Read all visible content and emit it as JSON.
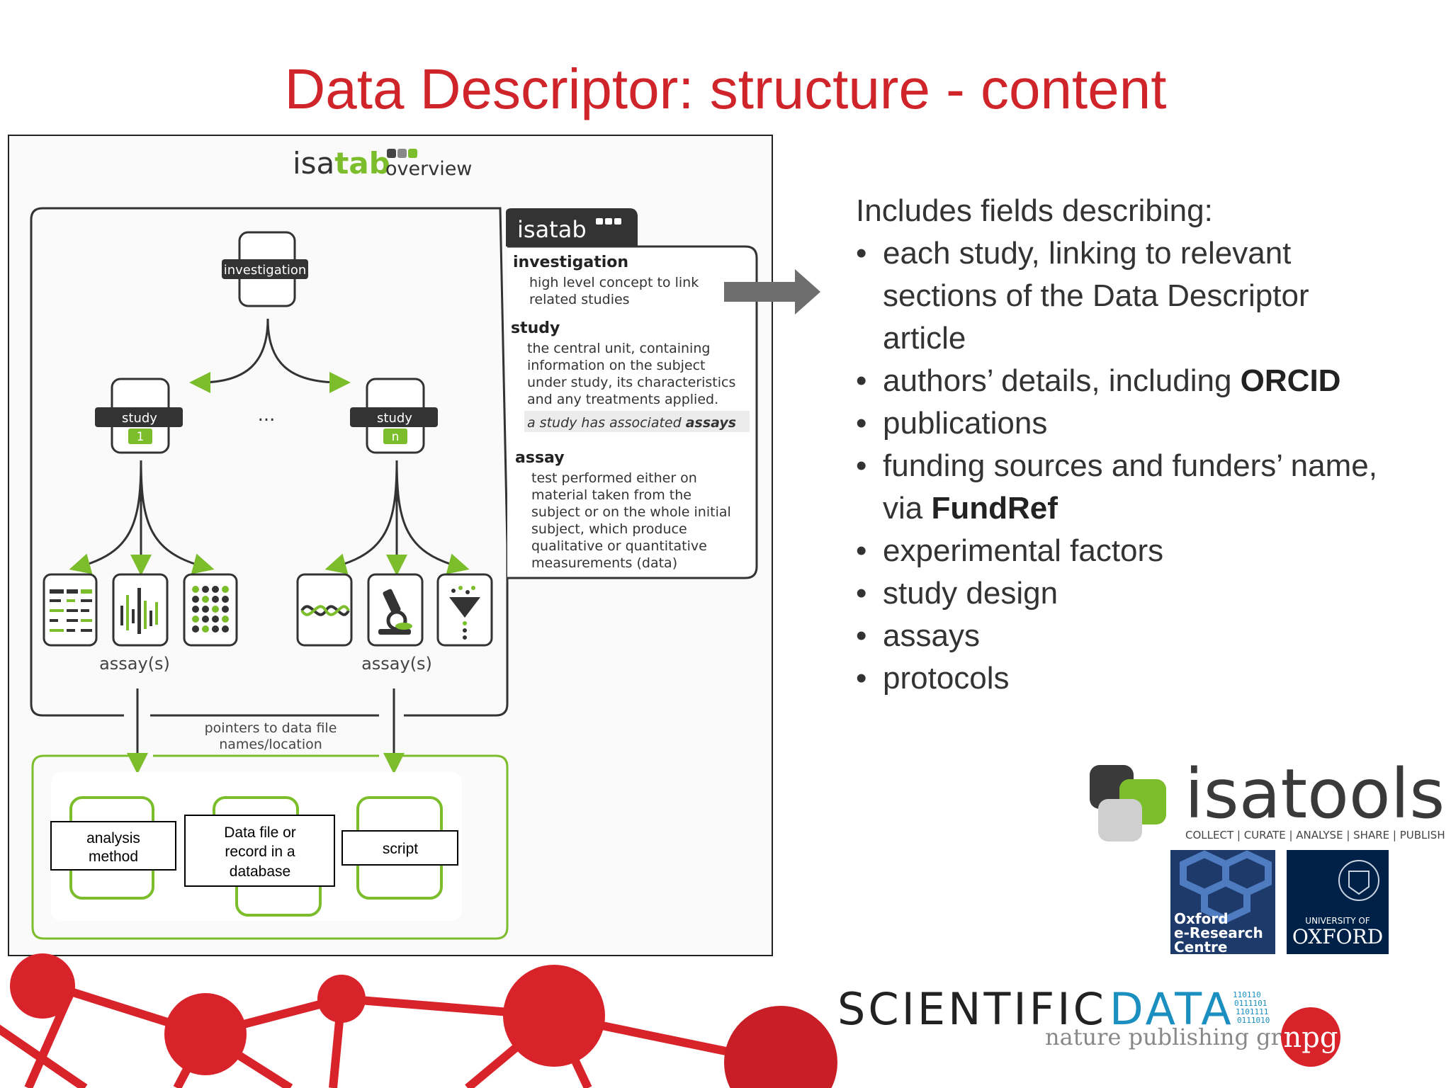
{
  "slide": {
    "title": "Data Descriptor: structure - content"
  },
  "diagram": {
    "header_prefix": "isa",
    "header_bold": "tab",
    "header_suffix": "overview",
    "nodes": {
      "investigation": "investigation",
      "study_left_label": "study",
      "study_left_num": "1",
      "study_right_label": "study",
      "study_right_num": "n",
      "ellipsis": "...",
      "assays_left": "assay(s)",
      "assays_right": "assay(s)",
      "pointers": [
        "pointers to data file",
        "names/location"
      ],
      "analysis_method": [
        "analysis",
        "method"
      ],
      "data_file": [
        "Data file or",
        "record in a",
        "database"
      ],
      "script": "script"
    },
    "panel": {
      "tab_label": "isatab",
      "investigation_title": "investigation",
      "investigation_desc": [
        "high level concept to link",
        "related studies"
      ],
      "study_title": "study",
      "study_desc": [
        "the central unit, containing",
        "information on the subject",
        "under study, its characteristics",
        "and any treatments applied."
      ],
      "study_note_prefix": "a study has associated ",
      "study_note_bold": "assays",
      "assay_title": "assay",
      "assay_desc": [
        "test performed either on",
        "material taken from the",
        "subject or on the whole initial",
        "subject, which produce",
        "qualitative or quantitative",
        "measurements (data)"
      ]
    },
    "colors": {
      "green": "#7cbd2b",
      "dark": "#333333",
      "grey_arrow": "#6e6e6e"
    }
  },
  "content": {
    "heading": "Includes fields describing:",
    "bullets": [
      {
        "text": [
          "each study, linking to relevant",
          "sections of the Data Descriptor",
          "article"
        ]
      },
      {
        "text": [
          "authors’ details, including "
        ],
        "bold": "ORCID"
      },
      {
        "text": [
          "publications"
        ]
      },
      {
        "text": [
          "funding sources and funders’ name,",
          "via "
        ],
        "bold": "FundRef"
      },
      {
        "text": [
          "experimental factors"
        ]
      },
      {
        "text": [
          "study design"
        ]
      },
      {
        "text": [
          "assays"
        ]
      },
      {
        "text": [
          "protocols"
        ]
      }
    ]
  },
  "logos": {
    "isatools_name": "isatools",
    "isatools_tagline": "COLLECT | CURATE | ANALYSE | SHARE | PUBLISH",
    "oerc": [
      "Oxford",
      "e-Research",
      "Centre"
    ],
    "oxford_small": "UNIVERSITY OF",
    "oxford_big": "OXFORD",
    "scidata_a": "SCIENTIFIC",
    "scidata_b": "DATA",
    "npg_text": "nature publishing group",
    "npg_badge": "npg",
    "binary": [
      "110110",
      "0111101",
      "1101111",
      "0111010"
    ]
  },
  "theme": {
    "title_red": "#d0242b",
    "net_red": "#d8232a",
    "oxford_blue": "#002147"
  }
}
